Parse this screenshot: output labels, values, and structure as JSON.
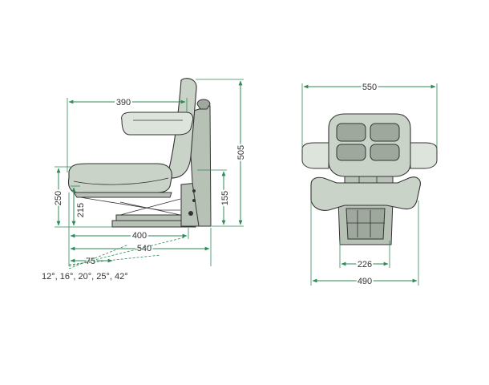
{
  "side_view": {
    "dimensions": {
      "armrest_length": "390",
      "total_height": "505",
      "seat_height": "250",
      "seat_height_low": "215",
      "base_height": "155",
      "seat_depth": "400",
      "total_depth": "540",
      "adjust": "75"
    },
    "backrest_angles": "12°, 16°, 20°, 25°, 42°"
  },
  "front_view": {
    "dimensions": {
      "backrest_width": "550",
      "base_width": "226",
      "seat_width": "490"
    }
  },
  "colors": {
    "dimension_line": "#2e8a57",
    "seat": "#c9d3c8",
    "outline": "#333333"
  }
}
